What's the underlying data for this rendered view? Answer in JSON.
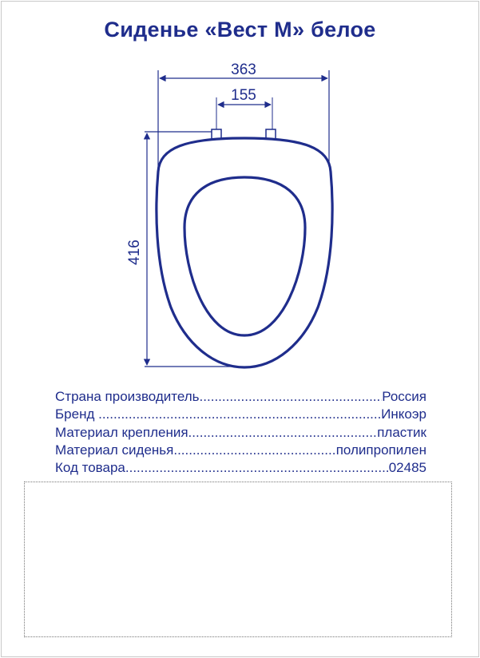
{
  "title": "Сиденье «Вест М» белое",
  "dimensions": {
    "width": "363",
    "hinge_distance": "155",
    "length": "416"
  },
  "specs": [
    {
      "label": "Страна производитель",
      "value": "Россия"
    },
    {
      "label": "Бренд ",
      "value": "Инкоэр"
    },
    {
      "label": "Материал крепления",
      "value": "пластик"
    },
    {
      "label": "Материал сиденья",
      "value": "полипропилен"
    },
    {
      "label": "Код товара",
      "value": "02485"
    }
  ],
  "colors": {
    "accent": "#1f2d8c"
  }
}
